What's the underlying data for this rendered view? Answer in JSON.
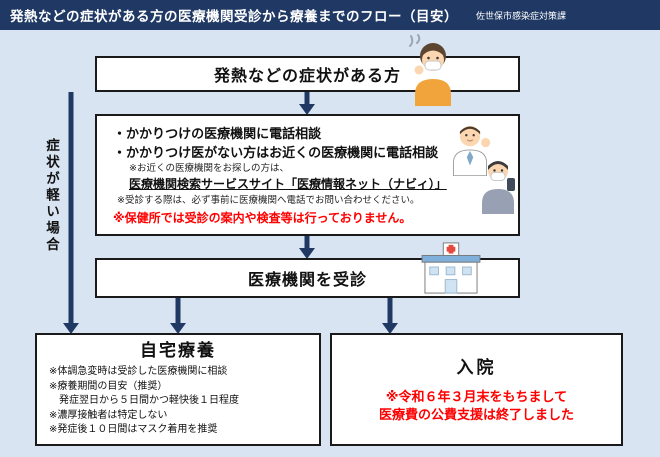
{
  "colors": {
    "header_bg": "#1f3864",
    "canvas_bg": "#d8e4f1",
    "box_border": "#1a1a1a",
    "arrow": "#1f3864",
    "warning_red": "#ff0000"
  },
  "header": {
    "title": "発熱などの症状がある方の医療機関受診から療養までのフロー（目安）",
    "department": "佐世保市感染症対策課"
  },
  "flow": {
    "symptom_box": {
      "label": "発熱などの症状がある方"
    },
    "mild_case_label": "症状が軽い場合",
    "consult_box": {
      "line1": "・かかりつけの医療機関に電話相談",
      "line2": "・かかりつけ医がない方はお近くの医療機関に電話相談",
      "note1": "※お近くの医療機関をお探しの方は、",
      "link": "医療機関検索サービスサイト「医療情報ネット（ナビィ）」",
      "note2": "※受診する際は、必ず事前に医療機関へ電話でお問い合わせください。",
      "warning": "※保健所では受診の案内や検査等は行っておりません。"
    },
    "visit_box": {
      "label": "医療機関を受診"
    },
    "home_care_box": {
      "title": "自宅療養",
      "items": [
        "※体調急変時は受診した医療機関に相談",
        "※療養期間の目安（推奨）",
        "　発症翌日から５日間かつ軽快後１日程度",
        "※濃厚接触者は特定しない",
        "※発症後１０日間はマスク着用を推奨"
      ]
    },
    "hospital_box": {
      "title": "入院",
      "notice_line1": "※令和６年３月末をもちまして",
      "notice_line2": "医療費の公費支援は終了しました"
    }
  },
  "icons": {
    "fever_person": "person-with-fever-illustration",
    "doctor": "doctor-illustration",
    "phone_person": "person-with-phone-illustration",
    "hospital": "hospital-building-icon"
  }
}
